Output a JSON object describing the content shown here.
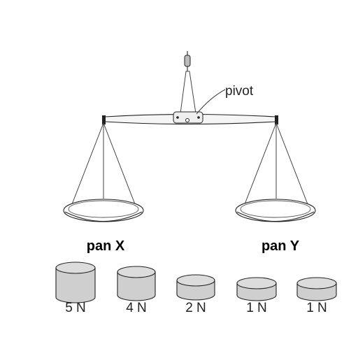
{
  "labels": {
    "pivot": "pivot",
    "pan_x": "pan X",
    "pan_y": "pan Y"
  },
  "weights": [
    {
      "label": "5 N"
    },
    {
      "label": "4 N"
    },
    {
      "label": "2 N"
    },
    {
      "label": "1 N"
    },
    {
      "label": "1 N"
    }
  ],
  "colors": {
    "weight_fill": "#cfcfcf",
    "weight_top": "#dcdcdc",
    "stroke": "#222222"
  }
}
